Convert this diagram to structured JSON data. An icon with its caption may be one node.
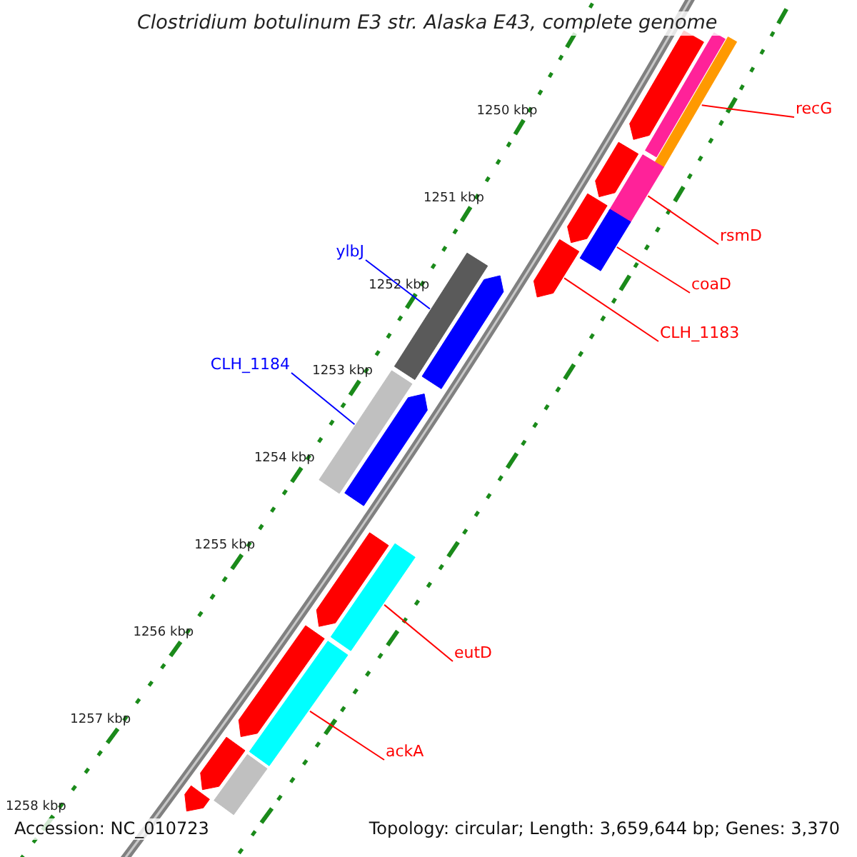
{
  "diagram": {
    "title": "Clostridium botulinum E3 str. Alaska E43, complete genome",
    "nodes": [
      {
        "text": [
          "recG"
        ]
      },
      {
        "text": [
          "rsmD"
        ]
      },
      {
        "text": [
          "ylbJ"
        ]
      },
      {
        "text": [
          "coaD"
        ]
      },
      {
        "text": [
          "CLH_1183"
        ]
      },
      {
        "text": [
          "CLH_1184"
        ]
      },
      {
        "text": [
          "eutD"
        ]
      },
      {
        "text": [
          "ackA"
        ]
      },
      {
        "text": [],
        "shape": "bar"
      },
      {
        "text": [],
        "shape": "bar"
      },
      {
        "text": [],
        "shape": "bar"
      },
      {
        "text": [],
        "shape": "bar"
      },
      {
        "text": [],
        "shape": "bar"
      },
      {
        "text": [],
        "shape": "bar"
      },
      {
        "text": [],
        "shape": "bar"
      },
      {
        "text": [],
        "shape": "bar"
      },
      {
        "text": [],
        "shape": "bar"
      },
      {
        "text": [],
        "shape": "bar"
      },
      {
        "text": [],
        "shape": "bar"
      },
      {
        "text": [],
        "shape": "bar"
      },
      {
        "text": [],
        "shape": "bar"
      },
      {
        "text": [],
        "shape": "bar"
      },
      {
        "text": [],
        "shape": "bar"
      },
      {
        "text": [],
        "shape": "bar"
      },
      {
        "text": [],
        "shape": "bar"
      },
      {
        "text": [],
        "shape": "bar"
      },
      {
        "text": [],
        "shape": "bar"
      }
    ],
    "edges": [
      {
        "from": 0,
        "to": 8,
        "arrow": "none"
      },
      {
        "from": 1,
        "to": 9,
        "arrow": "none"
      },
      {
        "from": 2,
        "to": 10,
        "arrow": "none",
        "color": "#0000ff"
      },
      {
        "from": 3,
        "to": 11,
        "arrow": "none"
      },
      {
        "from": 4,
        "to": 12,
        "arrow": "none"
      },
      {
        "from": 5,
        "to": 13,
        "arrow": "none",
        "color": "#0000ff"
      },
      {
        "from": 6,
        "to": 14,
        "arrow": "none"
      },
      {
        "from": 7,
        "to": 15,
        "arrow": "none"
      }
    ],
    "labels": [
      "1250 kbp",
      "1251 kbp",
      "1252 kbp",
      "1253 kbp",
      "1254 kbp",
      "1255 kbp",
      "1256 kbp",
      "1257 kbp",
      "1258 kbp",
      "Accession: NC_010723",
      "Topology: circular; Length: 3,659,644 bp; Genes: 3,370"
    ]
  }
}
